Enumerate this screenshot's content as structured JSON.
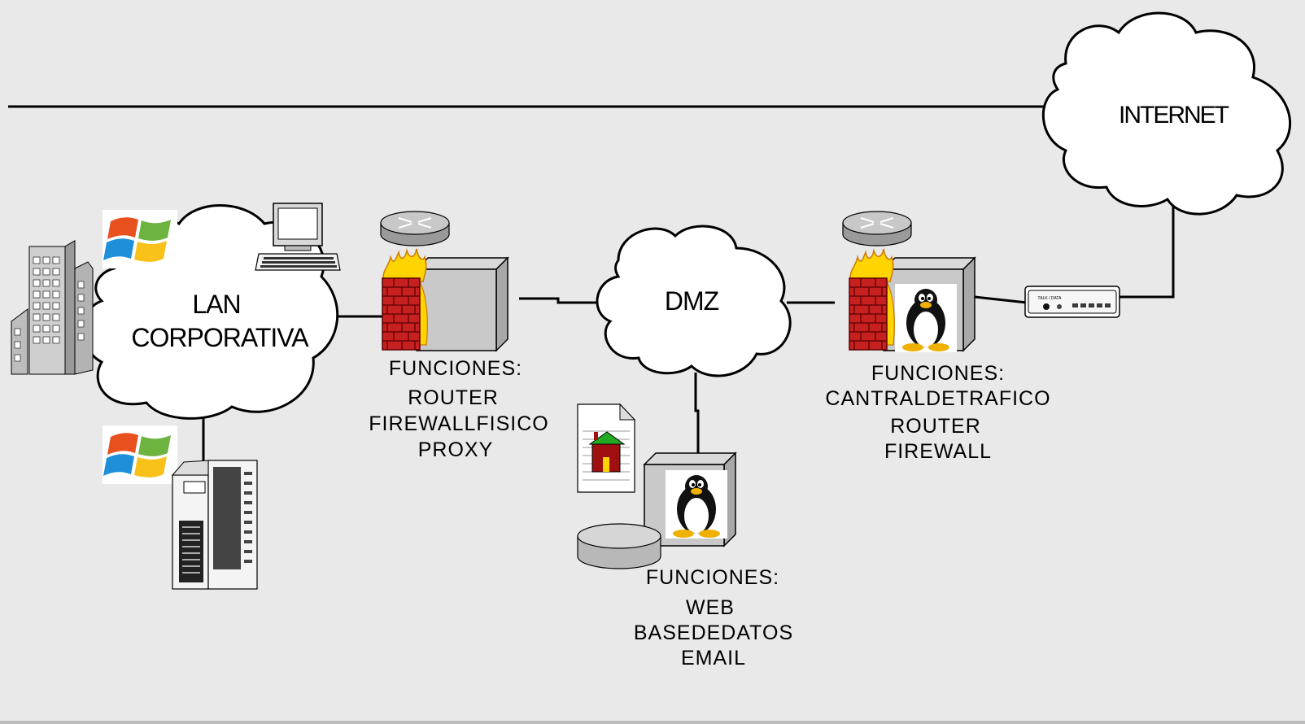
{
  "clouds": {
    "lan": {
      "line1": "LAN",
      "line2": "CORPORATIVA"
    },
    "dmz": {
      "label": "DMZ"
    },
    "internet": {
      "label": "INTERNET"
    }
  },
  "router1": {
    "title": "FUNCIONES:",
    "functions": [
      "ROUTER",
      "FIREWALLFISICO",
      "PROXY"
    ]
  },
  "dmz_server": {
    "title": "FUNCIONES:",
    "functions": [
      "WEB",
      "BASEDEDATOS",
      "EMAIL"
    ]
  },
  "router2": {
    "title": "FUNCIONES:",
    "functions": [
      "CANTRALDETRAFICO",
      "ROUTER",
      "FIREWALL"
    ]
  },
  "modem": {
    "label": "TALK / DATA"
  },
  "icons": [
    "windows-logo-icon",
    "building-icon",
    "desktop-computer-icon",
    "server-tower-icon",
    "router-icon",
    "firewall-icon",
    "linux-tux-icon",
    "web-document-icon",
    "database-icon",
    "modem-icon"
  ],
  "colors": {
    "background": "#e9e9e9",
    "brick": "#c62020",
    "flame": "#ffd400",
    "house_roof": "#22aa22",
    "house_body": "#a01010"
  }
}
